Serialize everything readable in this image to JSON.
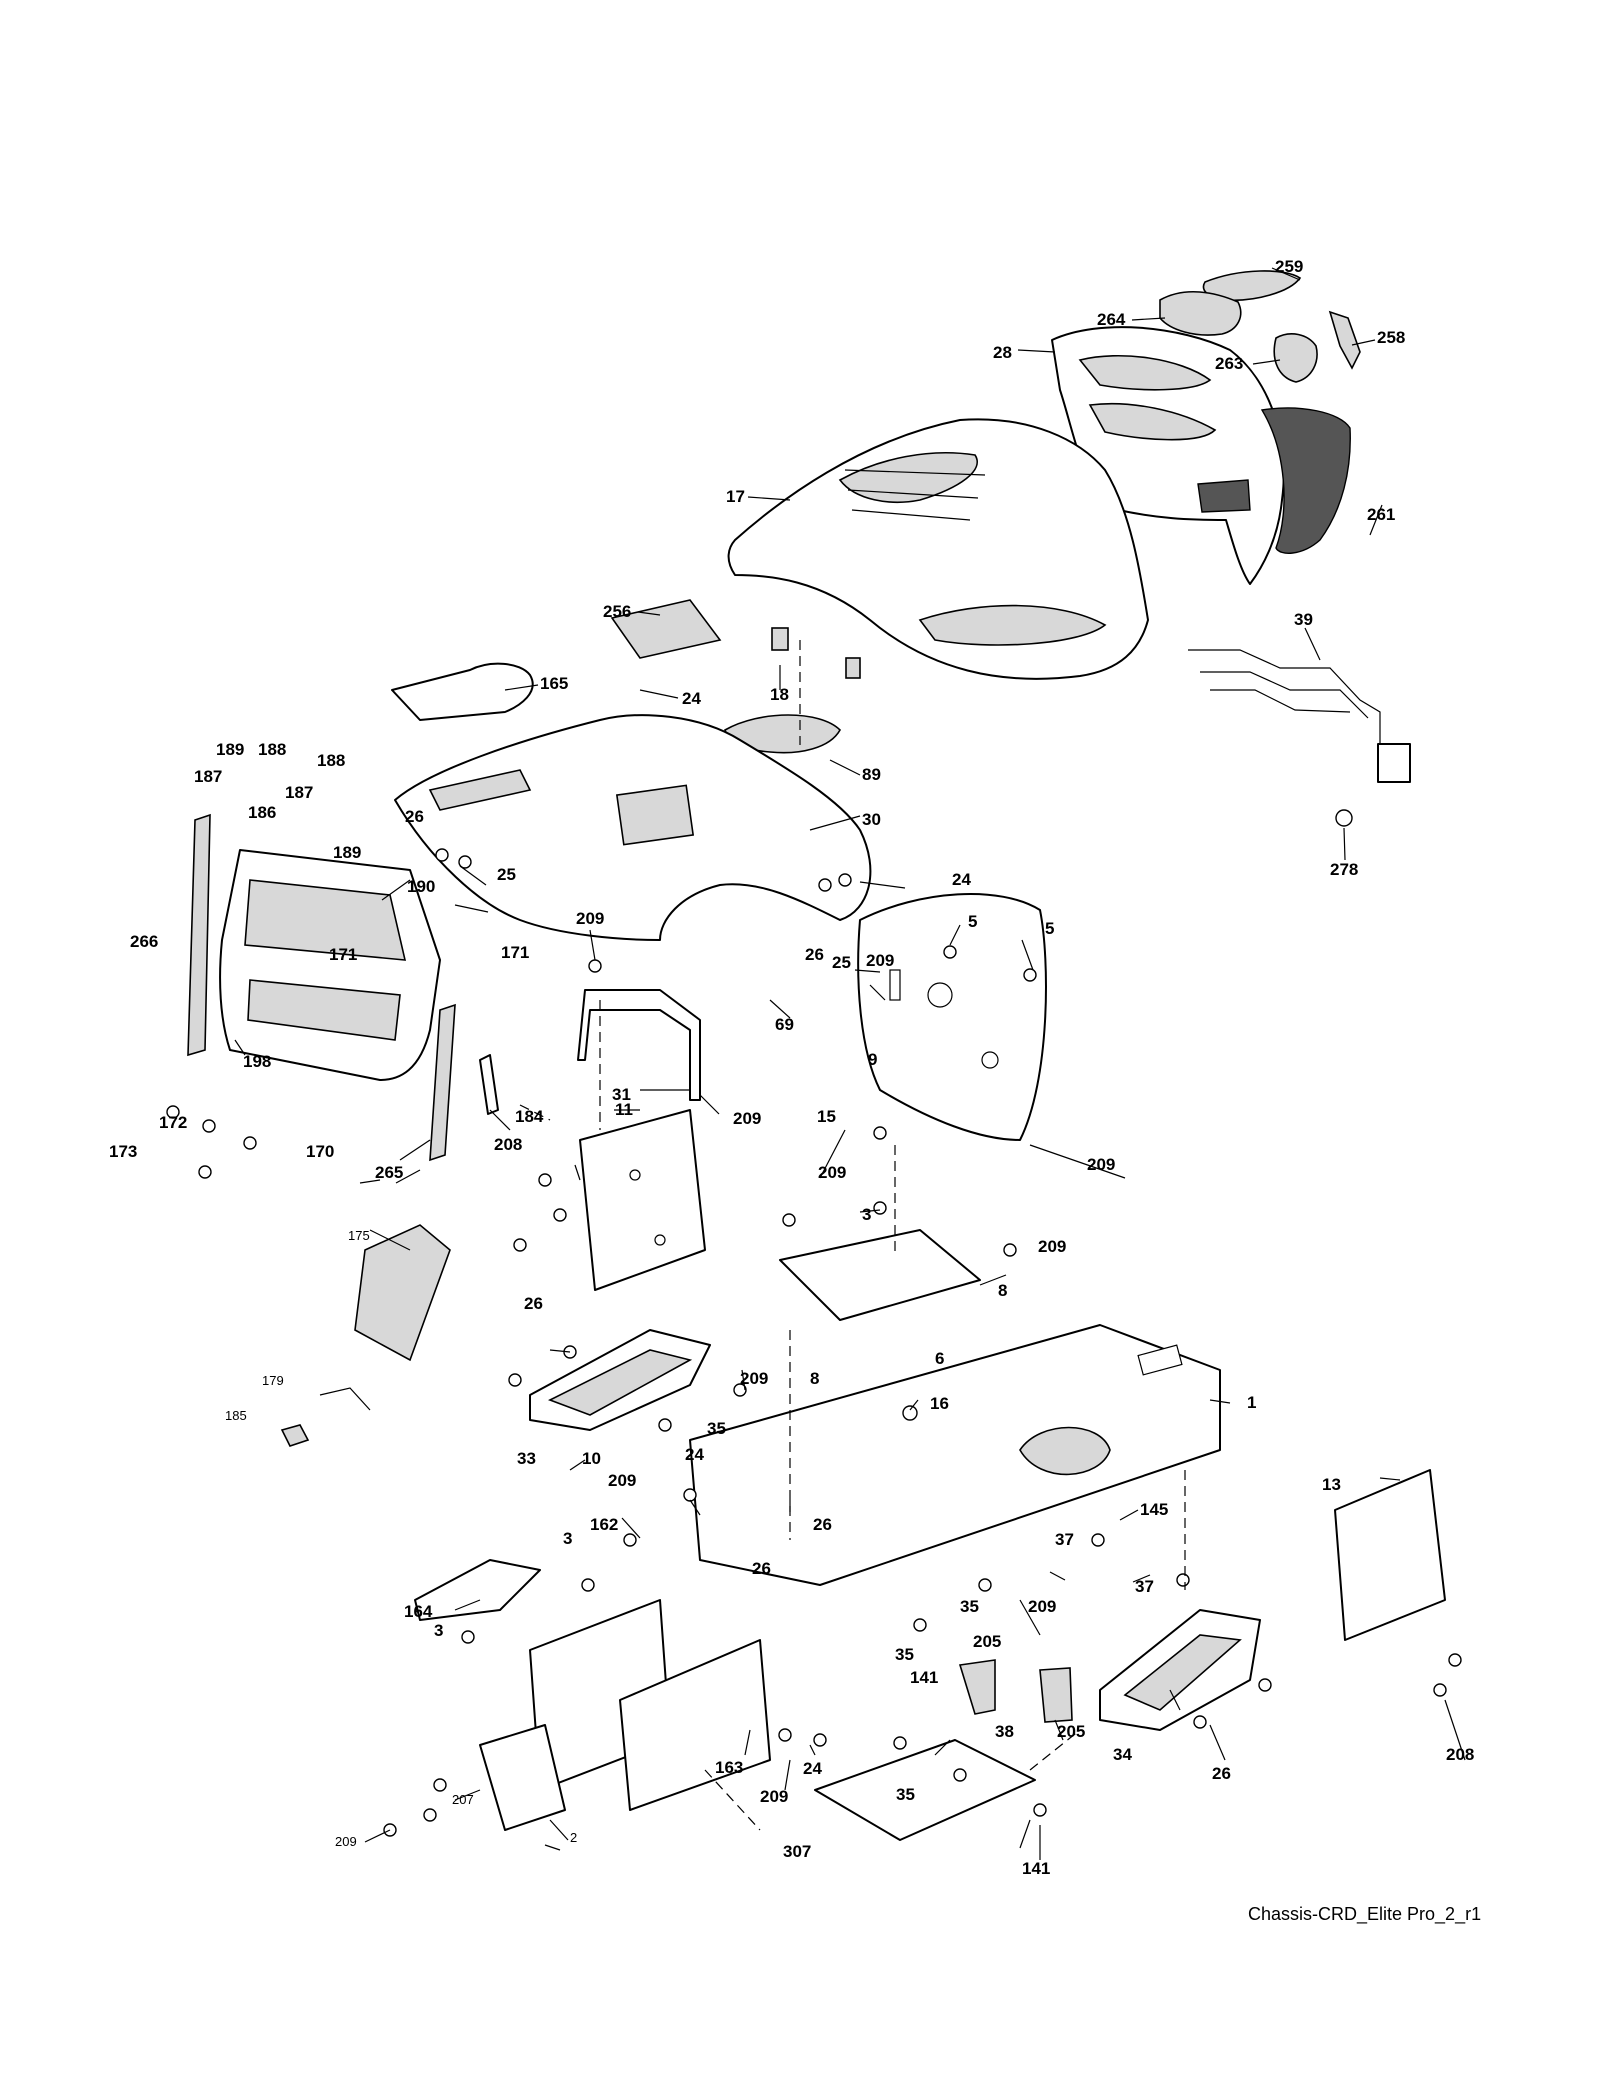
{
  "diagram": {
    "caption": "Chassis-CRD_Elite Pro_2_r1",
    "callouts": {
      "c259": "259",
      "c264": "264",
      "c258": "258",
      "c28": "28",
      "c263": "263",
      "c17": "17",
      "c261": "261",
      "c256": "256",
      "c39": "39",
      "c18": "18",
      "c165": "165",
      "c24a": "24",
      "c89": "89",
      "c189a": "189",
      "c188a": "188",
      "c188b": "188",
      "c187a": "187",
      "c187b": "187",
      "c186": "186",
      "c189b": "189",
      "c26a": "26",
      "c25a": "25",
      "c30": "30",
      "c278": "278",
      "c190": "190",
      "c24b": "24",
      "c266": "266",
      "c171a": "171",
      "c171b": "171",
      "c209a": "209",
      "c26b": "26",
      "c25b": "25",
      "c5a": "5",
      "c5b": "5",
      "c209b": "209",
      "c69": "69",
      "c198": "198",
      "c172": "172",
      "c173": "173",
      "c170": "170",
      "c31": "31",
      "c209c": "209",
      "c9": "9",
      "c184": "184",
      "c265": "265",
      "c15": "15",
      "c209d": "209",
      "c11": "11",
      "c208a": "208",
      "c209e": "209",
      "c3a": "3",
      "c209f": "209",
      "c175": "175",
      "c8a": "8",
      "c26c": "26",
      "c209g": "209",
      "c6": "6",
      "c8b": "8",
      "c179": "179",
      "c16": "16",
      "c1": "1",
      "c185": "185",
      "c35a": "35",
      "c33": "33",
      "c10": "10",
      "c24c": "24",
      "c209h": "209",
      "c13": "13",
      "c145": "145",
      "c3b": "3",
      "c162": "162",
      "c26d": "26",
      "c37a": "37",
      "c26e": "26",
      "c37b": "37",
      "c164": "164",
      "c35b": "35",
      "c209i": "209",
      "c3c": "3",
      "c35c": "35",
      "c205a": "205",
      "c141a": "141",
      "c38": "38",
      "c205b": "205",
      "c34": "34",
      "c208b": "208",
      "c26f": "26",
      "c163": "163",
      "c209j": "209",
      "c24d": "24",
      "c207": "207",
      "c35d": "35",
      "c209k": "209",
      "c2": "2",
      "c307": "307",
      "c141b": "141"
    }
  }
}
